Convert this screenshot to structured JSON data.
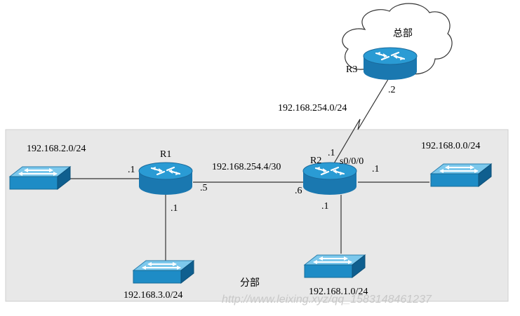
{
  "diagram": {
    "cloud_label": "总部",
    "branch_label": "分部",
    "routers": {
      "r1": "R1",
      "r2": "R2",
      "r3": "R3"
    },
    "networks": {
      "lan_r1_left": "192.168.2.0/24",
      "lan_r1_bottom": "192.168.3.0/24",
      "link_r1_r2": "192.168.254.4/30",
      "link_r2_r3": "192.168.254.0/24",
      "lan_r2_right": "192.168.0.0/24",
      "lan_r2_bottom": "192.168.1.0/24"
    },
    "addresses": {
      "r1_left": ".1",
      "r1_bottom": ".1",
      "r1_to_r2": ".5",
      "r2_to_r1": ".6",
      "r2_to_r3": ".1",
      "r2_right": ".1",
      "r2_bottom": ".1",
      "r3_to_r2": ".2"
    },
    "interfaces": {
      "r2_serial": "s0/0/0"
    },
    "colors": {
      "device_face": "#1e90c8",
      "device_top": "#8fd0ee",
      "device_side": "#0f5f8f",
      "branch_bg": "#e8e8e8"
    }
  },
  "watermark": "http://www.leixing.xyz/qq_1583148461237"
}
